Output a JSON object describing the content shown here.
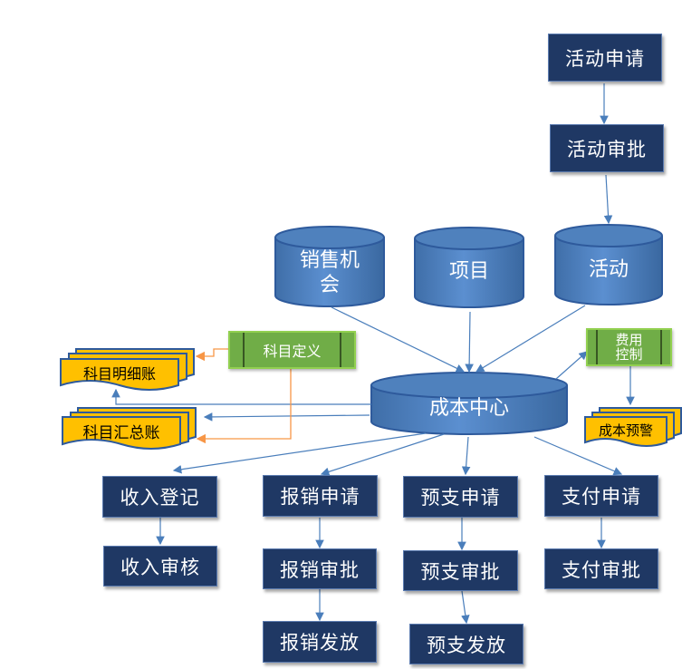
{
  "nodes": {
    "activity_apply": "活动申请",
    "activity_approve": "活动审批",
    "sales_opportunity": "销售机会",
    "project": "项目",
    "activity": "活动",
    "subject_definition": "科目定义",
    "expense_control": "费用控制",
    "subject_detail_ledger": "科目明细账",
    "subject_summary_ledger": "科目汇总账",
    "cost_center": "成本中心",
    "cost_warning": "成本预警",
    "income_register": "收入登记",
    "income_audit": "收入审核",
    "reimburse_apply": "报销申请",
    "reimburse_approve": "报销审批",
    "reimburse_payout": "报销发放",
    "advance_apply": "预支申请",
    "advance_approve": "预支审批",
    "advance_payout": "预支发放",
    "payment_apply": "支付申请",
    "payment_approve": "支付审批"
  },
  "colors": {
    "process_box": "#1F3864",
    "database": "#4F81BD",
    "green_box": "#70AD47",
    "document": "#FFC000",
    "arrow": "#4A7EBB",
    "orange_line": "#F79646"
  }
}
